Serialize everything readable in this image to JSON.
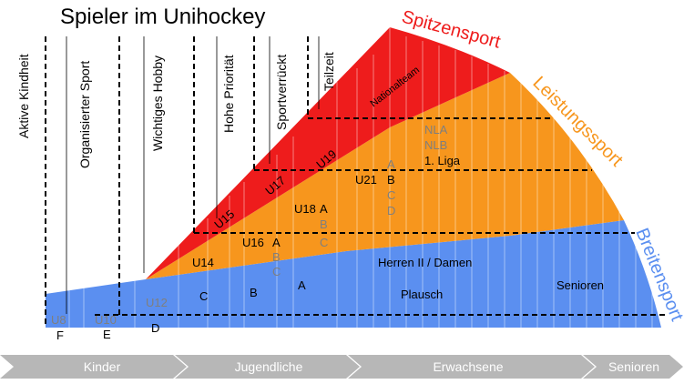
{
  "title": "Spieler im Unihockey",
  "colors": {
    "red": "#ee1c1c",
    "orange": "#f7961d",
    "blue": "#5b8ff0",
    "grey_label": "#7f7f7f",
    "arrow": "#b7b7b7"
  },
  "levels": {
    "spitzensport": "Spitzensport",
    "leistungssport": "Leistungssport",
    "breitensport": "Breitensport"
  },
  "motivations": [
    "Aktive Kindheit",
    "Organisierter Sport",
    "Wichtiges Hobby",
    "Hohe Priorität",
    "Sportverrückt",
    "Teilzeit"
  ],
  "categories": {
    "u8": "U8",
    "f": "F",
    "u10": "U10",
    "e": "E",
    "u12": "U12",
    "d": "D",
    "c1": "C",
    "b1": "B",
    "a1": "A",
    "u14": "U14",
    "u16": "U16",
    "u16_a": "A",
    "u16_b": "B",
    "u16_c": "C",
    "u15": "U15",
    "u18": "U18",
    "u18_a": "A",
    "u18_b": "B",
    "u18_c": "C",
    "u17": "U17",
    "u21": "U21",
    "u21_a": "A",
    "u21_b": "B",
    "u21_c": "C",
    "u21_d": "D",
    "u19": "U19",
    "nationalteam": "Nationalteam",
    "nla": "NLA",
    "nlb": "NLB",
    "liga1": "1. Liga",
    "herren_damen": "Herren II / Damen",
    "plausch": "Plausch",
    "senioren": "Senioren"
  },
  "phases": [
    "Kinder",
    "Jugendliche",
    "Erwachsene",
    "Senioren"
  ]
}
